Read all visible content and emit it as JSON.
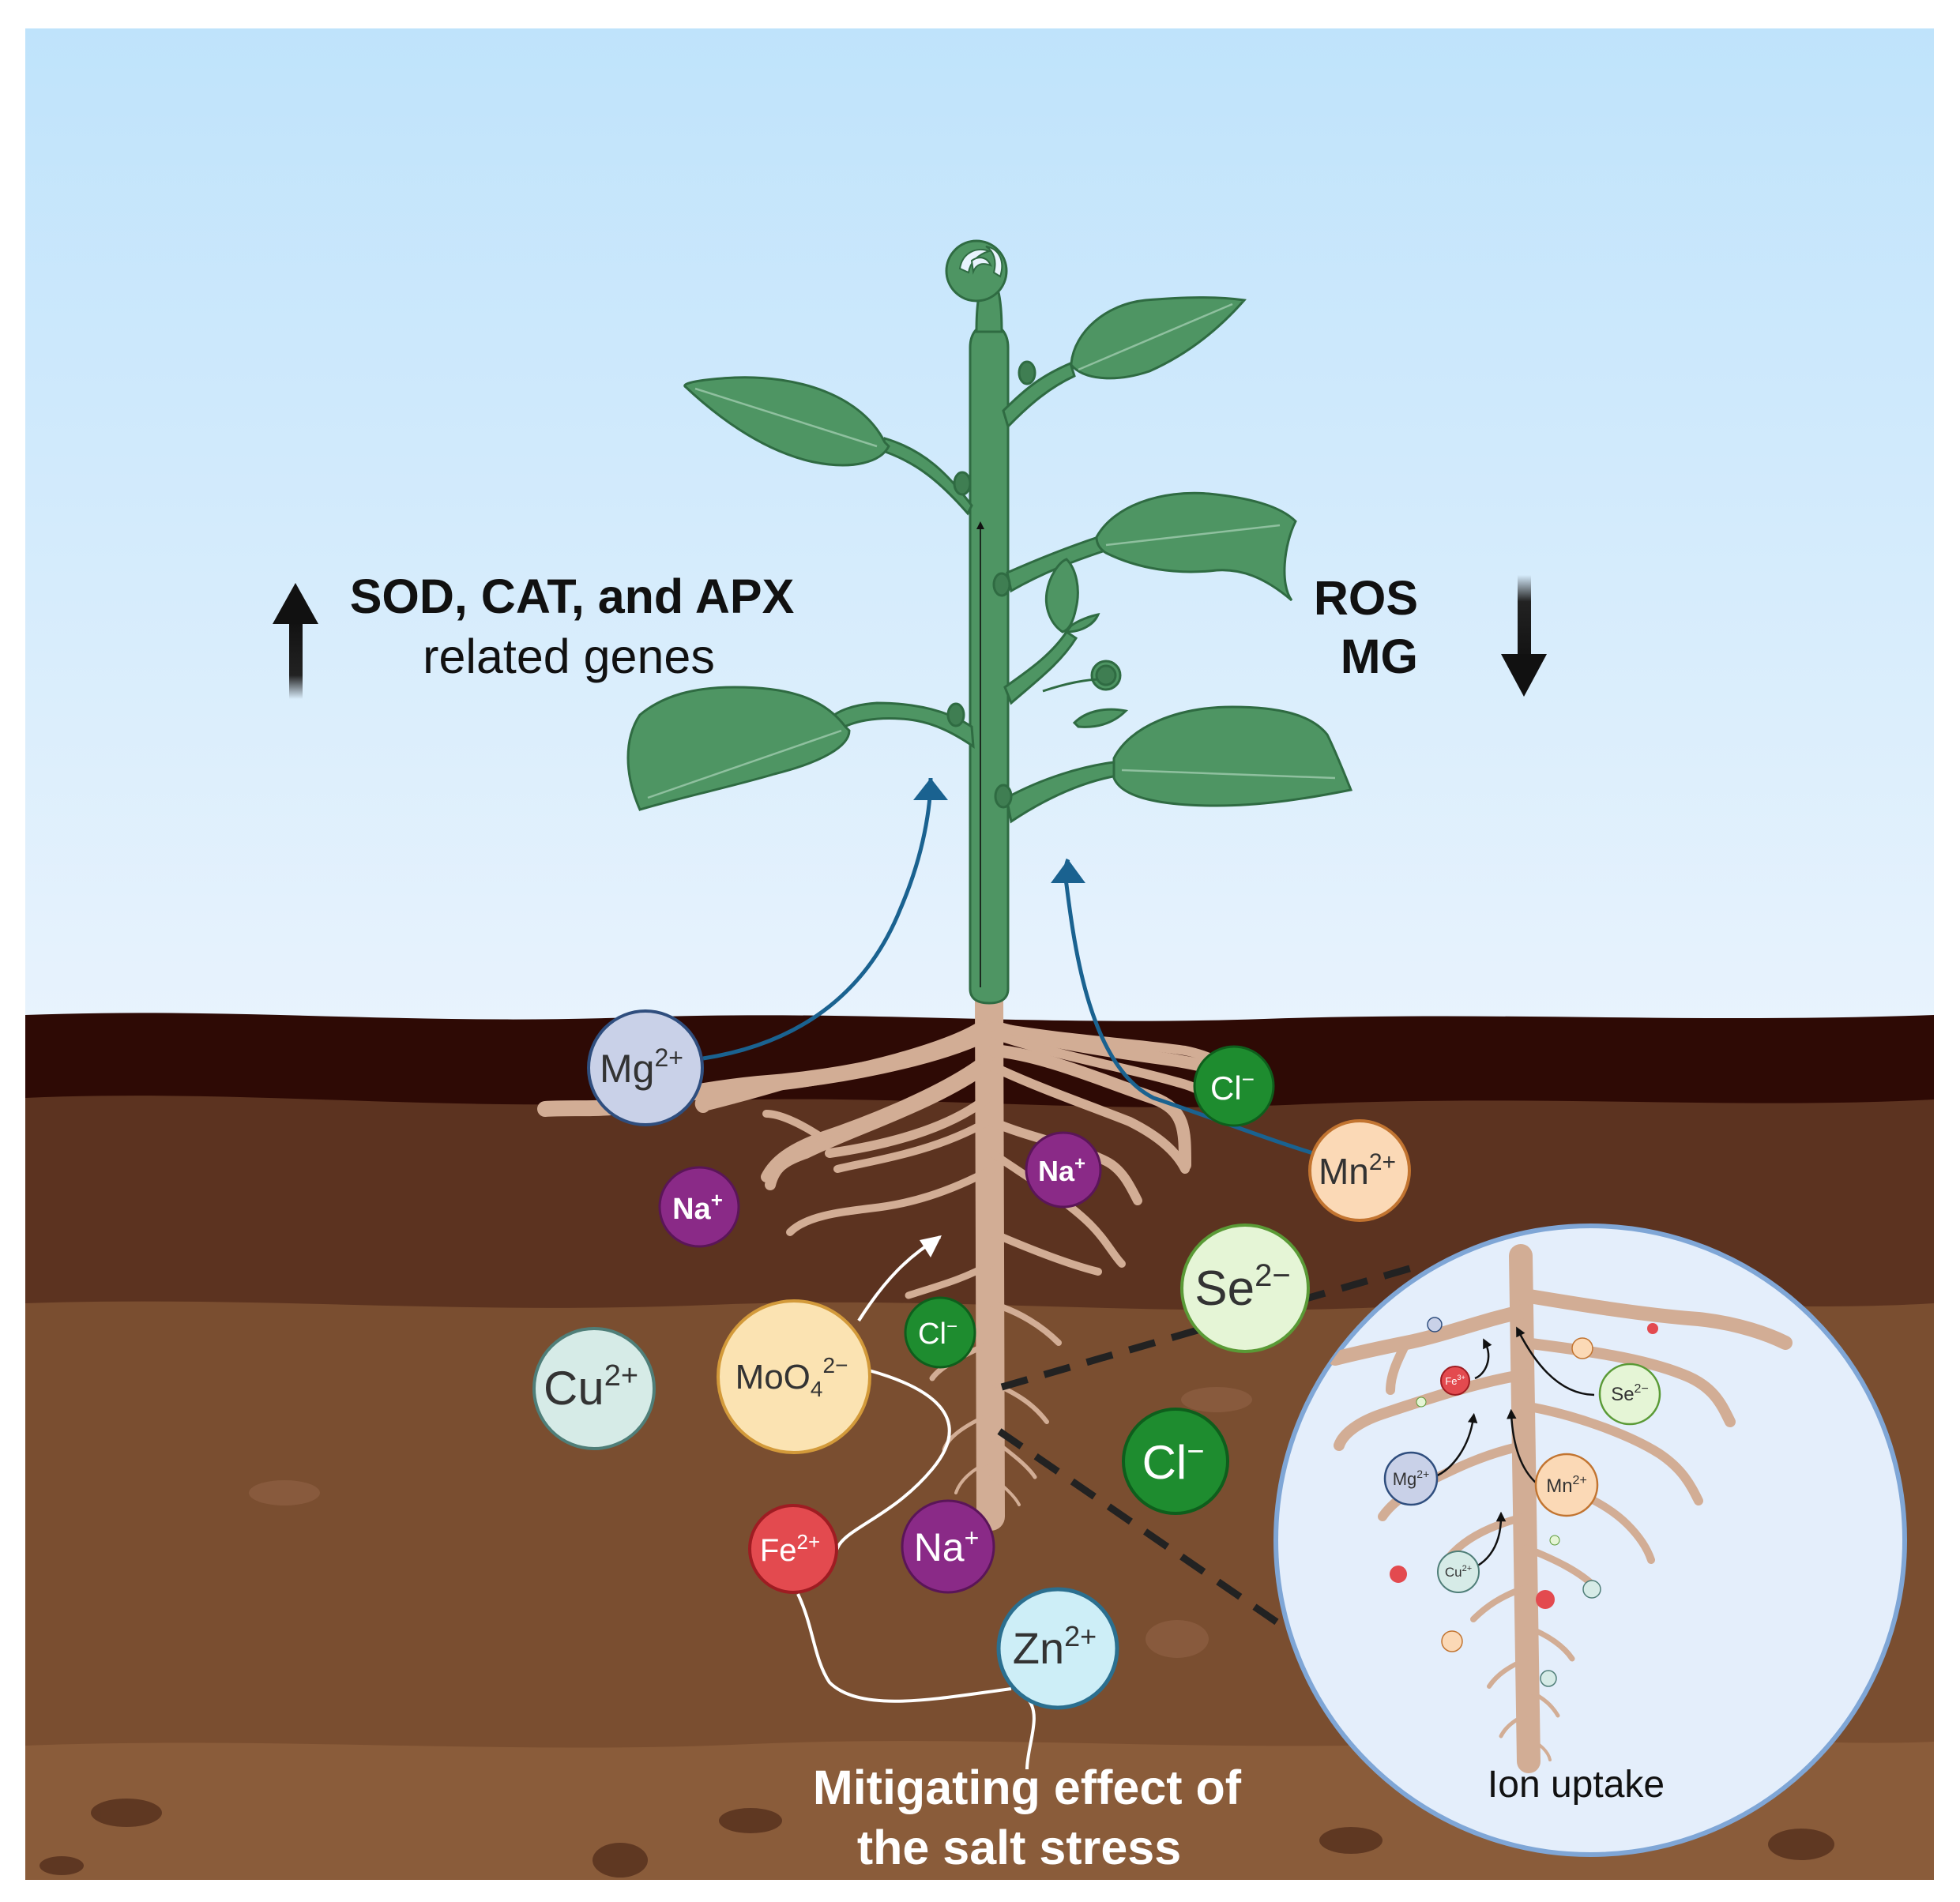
{
  "colors": {
    "sky_top": "#bfe3fb",
    "sky_bottom": "#e8f3fd",
    "soil_dark": "#2e0a05",
    "soil_mid": "#5c3320",
    "soil_light": "#7a4e30",
    "soil_bottom": "#8a5c3a",
    "plant_green": "#4e9563",
    "plant_stroke": "#2f6b42",
    "root": "#d2ad95",
    "uptake_arrow": "#1a6290",
    "magnifier_border": "#7fa6d6",
    "magnifier_fill": "#e4eefb"
  },
  "annotations": {
    "increase": {
      "line1": "SOD, CAT, and APX",
      "line2": "related genes",
      "arrow": "up-arrow-icon"
    },
    "decrease": {
      "line1": "ROS",
      "line2": "MG",
      "arrow": "down-arrow-icon"
    },
    "mitigation": {
      "line1": "Mitigating effect of",
      "line2": "the salt stress"
    },
    "magnifier_caption": "Ion uptake"
  },
  "ions": [
    {
      "id": "mg",
      "base": "Mg",
      "sup": "2+",
      "sub": "",
      "fill": "#c9d1e8",
      "stroke": "#2f4e7e",
      "text": "#333333"
    },
    {
      "id": "cl-top",
      "base": "Cl",
      "sup": "−",
      "sub": "",
      "fill": "#1e8c2f",
      "stroke": "#0e5e1c",
      "text": "#ffffff"
    },
    {
      "id": "mn",
      "base": "Mn",
      "sup": "2+",
      "sub": "",
      "fill": "#fbd9b6",
      "stroke": "#c27430",
      "text": "#333333"
    },
    {
      "id": "na-left",
      "base": "Na",
      "sup": "+",
      "sub": "",
      "fill": "#8a2a87",
      "stroke": "#5a1558",
      "text": "#ffffff"
    },
    {
      "id": "na-mid",
      "base": "Na",
      "sup": "+",
      "sub": "",
      "fill": "#8a2a87",
      "stroke": "#5a1558",
      "text": "#ffffff"
    },
    {
      "id": "se",
      "base": "Se",
      "sup": "2−",
      "sub": "",
      "fill": "#e5f5d6",
      "stroke": "#5a9a36",
      "text": "#333333"
    },
    {
      "id": "cu",
      "base": "Cu",
      "sup": "2+",
      "sub": "",
      "fill": "#d6ebe7",
      "stroke": "#4f7e78",
      "text": "#333333"
    },
    {
      "id": "moo4",
      "base": "MoO",
      "sup": "2−",
      "sub": "4",
      "fill": "#fbe3b2",
      "stroke": "#d39a3a",
      "text": "#333333"
    },
    {
      "id": "cl-small",
      "base": "Cl",
      "sup": "−",
      "sub": "",
      "fill": "#1e8c2f",
      "stroke": "#0e5e1c",
      "text": "#ffffff"
    },
    {
      "id": "cl-large",
      "base": "Cl",
      "sup": "−",
      "sub": "",
      "fill": "#1e8c2f",
      "stroke": "#0e5e1c",
      "text": "#ffffff"
    },
    {
      "id": "fe",
      "base": "Fe",
      "sup": "2+",
      "sub": "",
      "fill": "#e34a4f",
      "stroke": "#9e1c22",
      "text": "#ffffff"
    },
    {
      "id": "na-bottom",
      "base": "Na",
      "sup": "+",
      "sub": "",
      "fill": "#8a2a87",
      "stroke": "#5a1558",
      "text": "#ffffff"
    },
    {
      "id": "zn",
      "base": "Zn",
      "sup": "2+",
      "sub": "",
      "fill": "#cdeef7",
      "stroke": "#2b6f8f",
      "text": "#333333"
    }
  ],
  "magnifier_ions": [
    {
      "id": "mag-fe",
      "base": "Fe",
      "sup": "3+",
      "fill": "#e34a4f",
      "stroke": "#9e1c22",
      "text": "#ffffff"
    },
    {
      "id": "mag-se",
      "base": "Se",
      "sup": "2−",
      "fill": "#e5f5d6",
      "stroke": "#5a9a36",
      "text": "#333333"
    },
    {
      "id": "mag-mg",
      "base": "Mg",
      "sup": "2+",
      "fill": "#c9d1e8",
      "stroke": "#2f4e7e",
      "text": "#333333"
    },
    {
      "id": "mag-mn",
      "base": "Mn",
      "sup": "2+",
      "fill": "#fbd9b6",
      "stroke": "#c27430",
      "text": "#333333"
    },
    {
      "id": "mag-cu",
      "base": "Cu",
      "sup": "2+",
      "fill": "#d6ebe7",
      "stroke": "#4f7e78",
      "text": "#333333"
    }
  ]
}
